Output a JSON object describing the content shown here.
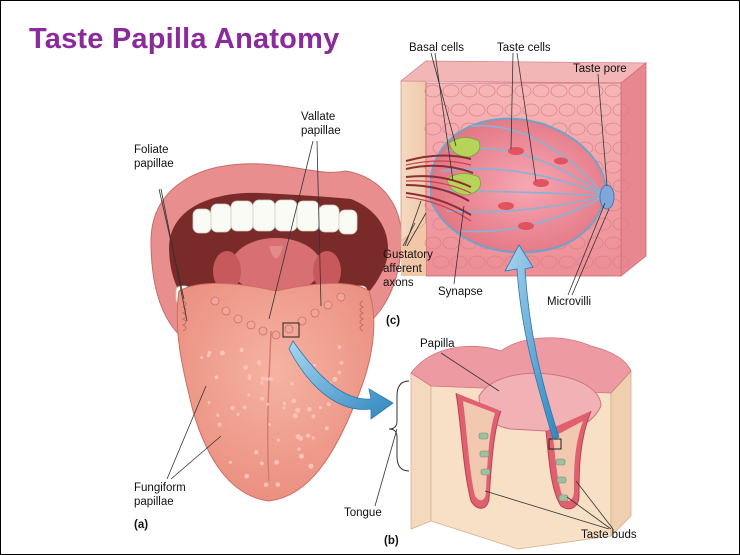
{
  "title": "Taste Papilla Anatomy",
  "labels": {
    "foliate": [
      "Foliate",
      "papillae"
    ],
    "vallate": [
      "Vallate",
      "papillae"
    ],
    "fungiform": [
      "Fungiform",
      "papillae"
    ],
    "basal_cells": "Basal cells",
    "taste_cells": "Taste cells",
    "taste_pore": "Taste pore",
    "gustatory": [
      "Gustatory",
      "afferent",
      "axons"
    ],
    "synapse": "Synapse",
    "microvilli": "Microvilli",
    "papilla": "Papilla",
    "tongue": "Tongue",
    "taste_buds": "Taste buds"
  },
  "panels": {
    "a": "(a)",
    "b": "(b)",
    "c": "(c)"
  },
  "colors": {
    "title": "#8a2a9b",
    "tissue_pink": "#ef8f96",
    "tongue": "#f0a091",
    "arrow_blue": "#4aa3d3",
    "support_cell_green": "#b6d45a"
  }
}
